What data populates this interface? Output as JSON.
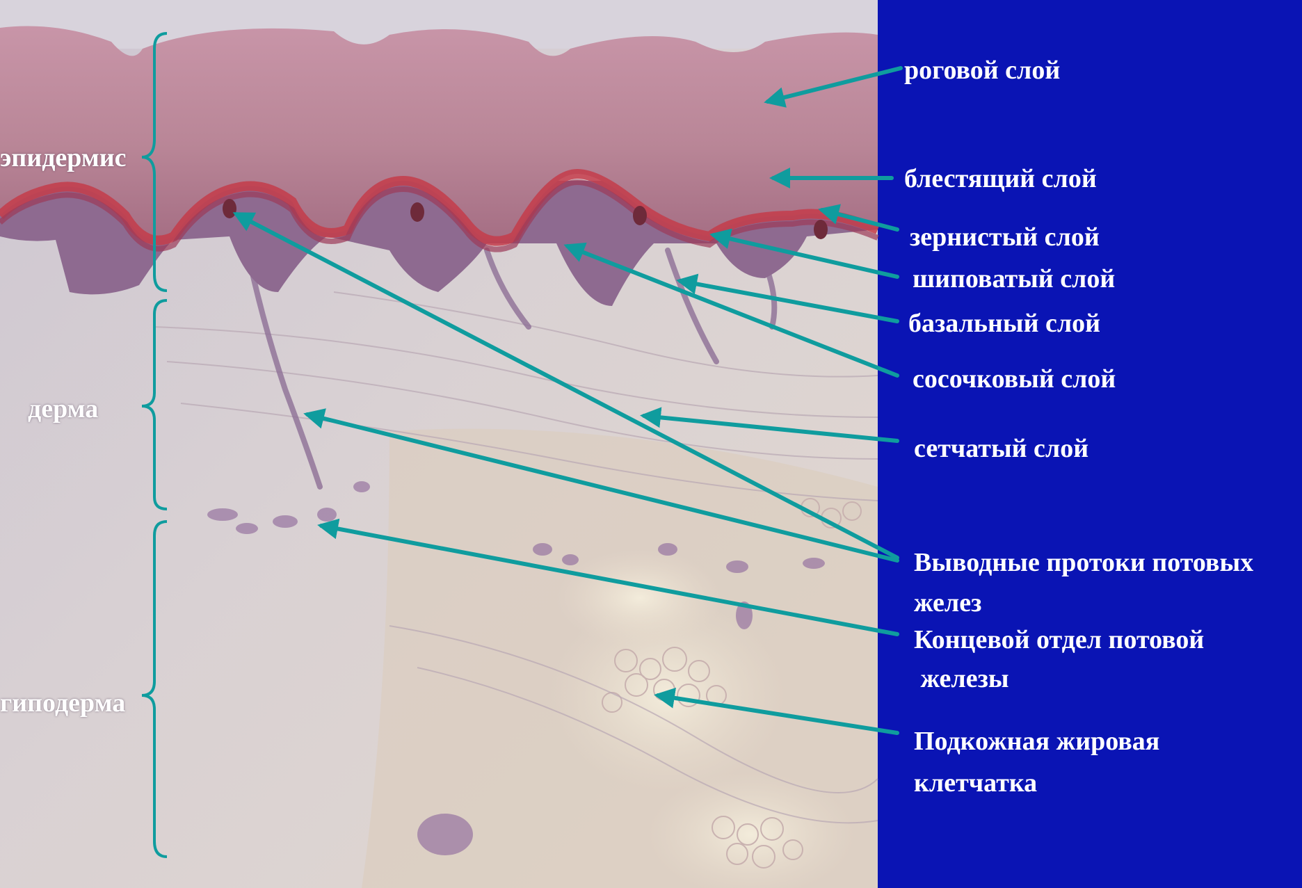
{
  "colors": {
    "panel": "#0a14b4",
    "arrow": "#0f9c9e",
    "label_text": "#ffffff"
  },
  "regions": {
    "epidermis": "эпидермис",
    "dermis": "дерма",
    "hypodermis": "гиподерма"
  },
  "labels": {
    "stratum_corneum": "роговой слой",
    "stratum_lucidum": "блестящий слой",
    "stratum_granulosum": "зернистый слой",
    "stratum_spinosum": "шиповатый слой",
    "stratum_basale": "базальный слой",
    "papillary_layer": "сосочковый слой",
    "reticular_layer": "сетчатый слой",
    "sweat_ducts": "Выводные протоки потовых\nжелез",
    "sweat_gland_terminal": "Концевой отдел потовой\n железы",
    "subcutaneous_fat": "Подкожная жировая\nклетчатка"
  }
}
